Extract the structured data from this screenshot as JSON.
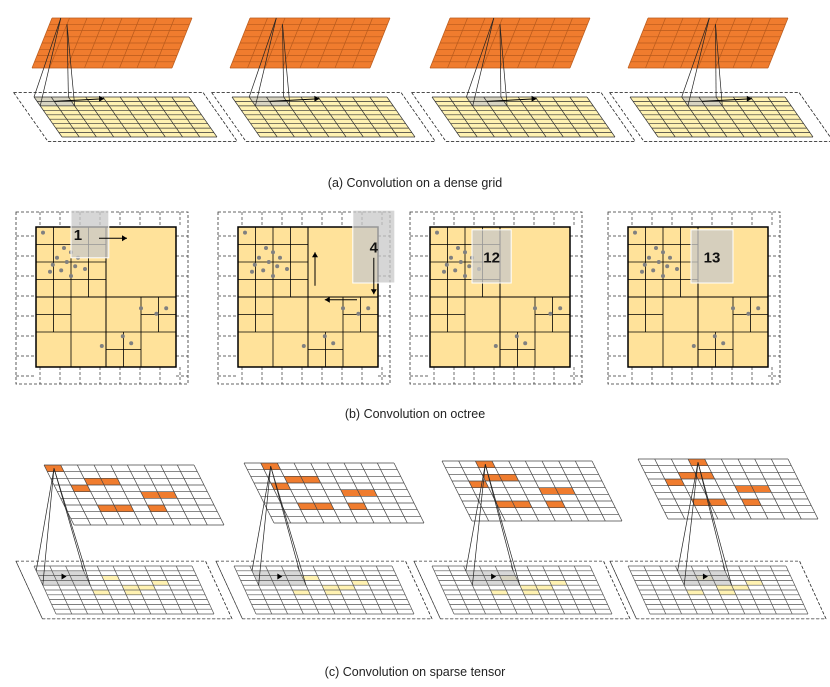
{
  "captions": {
    "a": "(a) Convolution on a dense grid",
    "b": "(b) Convolution on octree",
    "c": "(c) Convolution on sparse tensor"
  },
  "octree_labels": [
    "1",
    "4",
    "12",
    "13"
  ],
  "colors": {
    "output_grid": "#F07C2E",
    "input_grid": "#FFF2B2",
    "octree_fill": "#FFE29A",
    "kernel_highlight": "#C8C8C8",
    "points": "#808080",
    "lines": "#000000"
  }
}
